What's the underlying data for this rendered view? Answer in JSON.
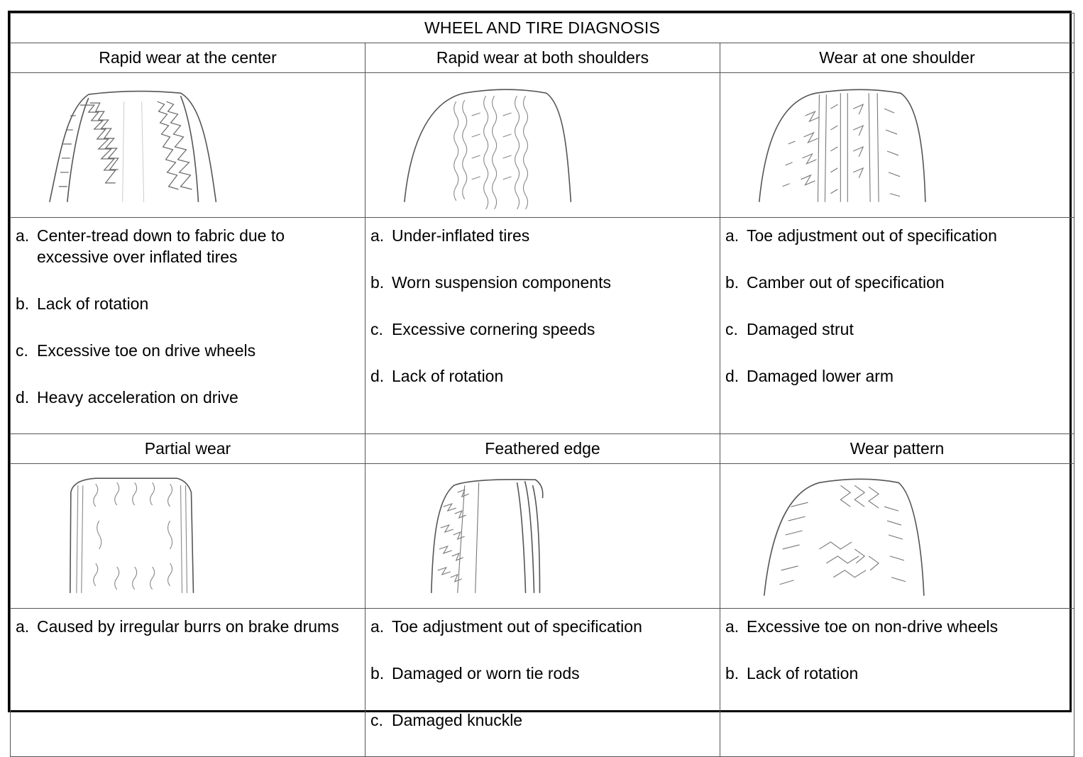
{
  "title": "WHEEL AND TIRE DIAGNOSIS",
  "sections": [
    {
      "heading": "Rapid wear at the center",
      "image_icon": "tire-center-wear-icon",
      "causes": [
        {
          "label": "a.",
          "text": "Center-tread down to fabric due to excessive over inflated tires"
        },
        {
          "label": "b.",
          "text": "Lack of rotation"
        },
        {
          "label": "c.",
          "text": "Excessive toe on drive wheels"
        },
        {
          "label": "d.",
          "text": "Heavy acceleration on drive"
        }
      ]
    },
    {
      "heading": "Rapid wear at both shoulders",
      "image_icon": "tire-shoulder-wear-icon",
      "causes": [
        {
          "label": "a.",
          "text": "Under-inflated tires"
        },
        {
          "label": "b.",
          "text": "Worn suspension components"
        },
        {
          "label": "c.",
          "text": "Excessive cornering speeds"
        },
        {
          "label": "d.",
          "text": "Lack of rotation"
        }
      ]
    },
    {
      "heading": "Wear at one shoulder",
      "image_icon": "tire-one-shoulder-wear-icon",
      "causes": [
        {
          "label": "a.",
          "text": "Toe adjustment out of specification"
        },
        {
          "label": "b.",
          "text": "Camber out of specification"
        },
        {
          "label": "c.",
          "text": "Damaged strut"
        },
        {
          "label": "d.",
          "text": "Damaged lower arm"
        }
      ]
    },
    {
      "heading": "Partial wear",
      "image_icon": "tire-partial-wear-icon",
      "causes": [
        {
          "label": "a.",
          "text": "Caused by irregular burrs on brake drums"
        }
      ]
    },
    {
      "heading": "Feathered edge",
      "image_icon": "tire-feathered-edge-icon",
      "causes": [
        {
          "label": "a.",
          "text": "Toe adjustment out of specification"
        },
        {
          "label": "b.",
          "text": "Damaged or worn tie rods"
        },
        {
          "label": "c.",
          "text": "Damaged knuckle"
        }
      ]
    },
    {
      "heading": "Wear pattern",
      "image_icon": "tire-wear-pattern-icon",
      "causes": [
        {
          "label": "a.",
          "text": "Excessive toe on non-drive wheels"
        },
        {
          "label": "b.",
          "text": "Lack of rotation"
        }
      ]
    }
  ]
}
